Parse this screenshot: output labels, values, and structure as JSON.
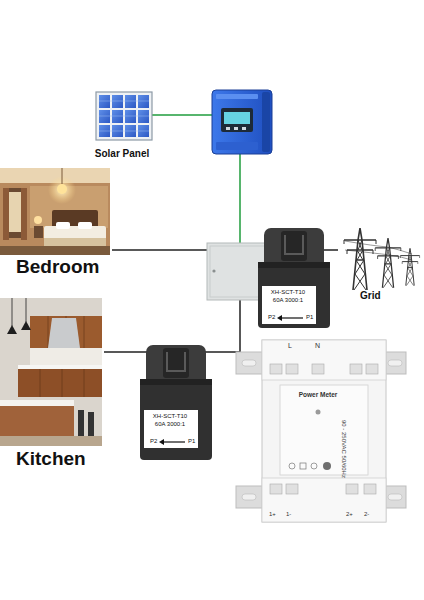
{
  "diagram": {
    "nodes": [
      {
        "text": [
          "Solar Panel"
        ]
      },
      {
        "text": []
      },
      {
        "text": [
          "Bedroom"
        ]
      },
      {
        "text": []
      },
      {
        "text": [
          "XH-SCT-T10 60A 3000:1",
          "P2",
          "P1"
        ]
      },
      {
        "text": [
          "Grid"
        ]
      },
      {
        "text": [
          "Kitchen"
        ]
      },
      {
        "text": [
          "XH-SCT-T10 60A 3000:1",
          "P2",
          "P1"
        ]
      },
      {
        "text": [
          "L",
          "N",
          "Power Meter",
          "90 - 250VAC 50/60Hz",
          "1+",
          "1-",
          "2+",
          "2-"
        ]
      }
    ],
    "edges": [
      {
        "from": 0,
        "to": 1,
        "arrow": "none"
      },
      {
        "from": 1,
        "to": 3,
        "arrow": "none"
      },
      {
        "from": 2,
        "to": 3,
        "arrow": "none"
      },
      {
        "from": 3,
        "to": 5,
        "arrow": "none"
      },
      {
        "from": 3,
        "to": 6,
        "arrow": "none"
      }
    ]
  }
}
